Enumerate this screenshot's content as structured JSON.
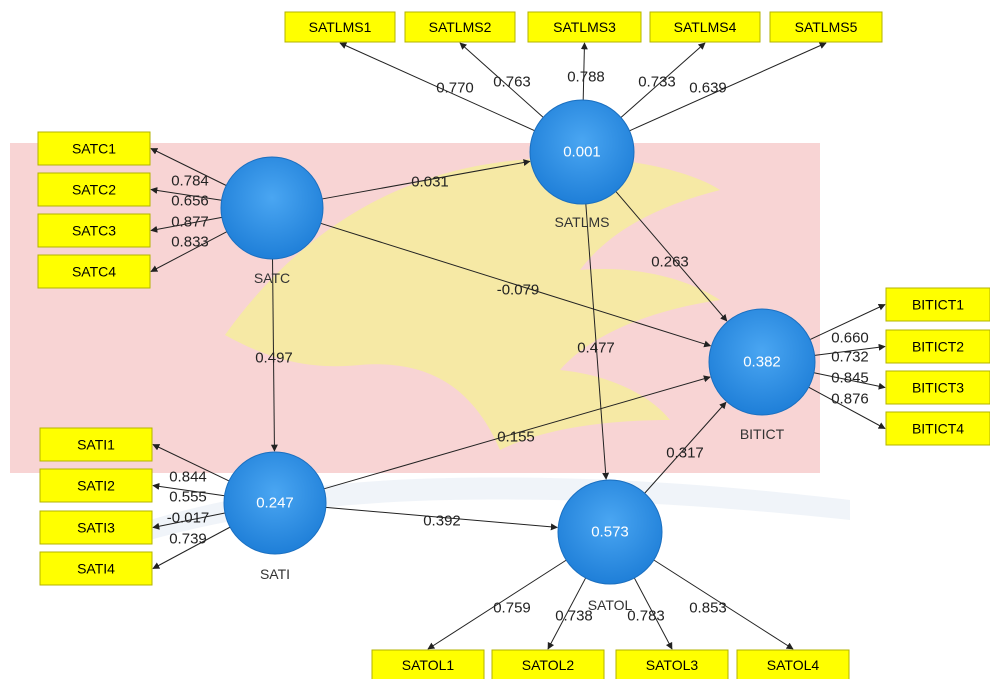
{
  "colors": {
    "latent_fill": "#2e8fe8",
    "indicator_fill": "#ffff00",
    "watermark_red": "#f7d2d2",
    "watermark_yellow": "#f7f0a6"
  },
  "latents": {
    "SATC": {
      "name": "SATC",
      "r2": ""
    },
    "SATLMS": {
      "name": "SATLMS",
      "r2": "0.001"
    },
    "SATI": {
      "name": "SATI",
      "r2": "0.247"
    },
    "SATOL": {
      "name": "SATOL",
      "r2": "0.573"
    },
    "BITICT": {
      "name": "BITICT",
      "r2": "0.382"
    }
  },
  "indicators": {
    "SATLMS": [
      {
        "label": "SATLMS1",
        "loading": "0.770"
      },
      {
        "label": "SATLMS2",
        "loading": "0.763"
      },
      {
        "label": "SATLMS3",
        "loading": "0.788"
      },
      {
        "label": "SATLMS4",
        "loading": "0.733"
      },
      {
        "label": "SATLMS5",
        "loading": "0.639"
      }
    ],
    "SATC": [
      {
        "label": "SATC1",
        "loading": "0.784"
      },
      {
        "label": "SATC2",
        "loading": "0.656"
      },
      {
        "label": "SATC3",
        "loading": "0.877"
      },
      {
        "label": "SATC4",
        "loading": "0.833"
      }
    ],
    "SATI": [
      {
        "label": "SATI1",
        "loading": "0.844"
      },
      {
        "label": "SATI2",
        "loading": "0.555"
      },
      {
        "label": "SATI3",
        "loading": "-0.017"
      },
      {
        "label": "SATI4",
        "loading": "0.739"
      }
    ],
    "BITICT": [
      {
        "label": "BITICT1",
        "loading": "0.660"
      },
      {
        "label": "BITICT2",
        "loading": "0.732"
      },
      {
        "label": "BITICT3",
        "loading": "0.845"
      },
      {
        "label": "BITICT4",
        "loading": "0.876"
      }
    ],
    "SATOL": [
      {
        "label": "SATOL1",
        "loading": "0.759"
      },
      {
        "label": "SATOL2",
        "loading": "0.738"
      },
      {
        "label": "SATOL3",
        "loading": "0.783"
      },
      {
        "label": "SATOL4",
        "loading": "0.853"
      }
    ]
  },
  "paths": {
    "satc_satlms": "0.031",
    "satc_bitict": "-0.079",
    "satc_sati": "0.497",
    "satlms_bitict": "0.263",
    "satlms_satol": "0.477",
    "sati_bitict": "0.155",
    "sati_satol": "0.392",
    "satol_bitict": "0.317"
  }
}
